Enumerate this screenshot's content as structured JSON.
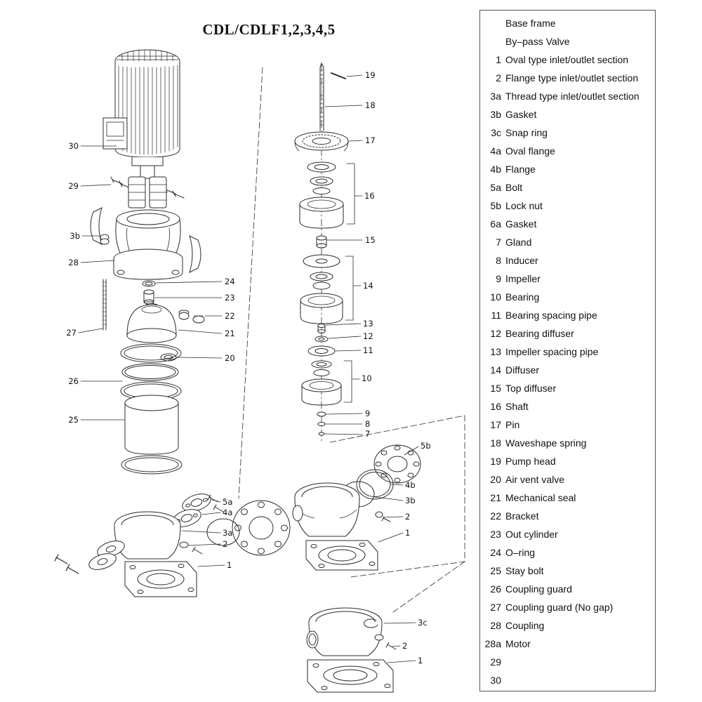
{
  "title": "CDL/CDLF1,2,3,4,5",
  "parts_list": [
    {
      "num": "",
      "label": "Base frame"
    },
    {
      "num": "",
      "label": "By–pass Valve"
    },
    {
      "num": "1",
      "label": "Oval type inlet/outlet section"
    },
    {
      "num": "2",
      "label": "Flange type inlet/outlet section"
    },
    {
      "num": "3a",
      "label": "Thread type inlet/outlet section"
    },
    {
      "num": "3b",
      "label": "Gasket"
    },
    {
      "num": "3c",
      "label": "Snap ring"
    },
    {
      "num": "4a",
      "label": "Oval flange"
    },
    {
      "num": "4b",
      "label": "Flange"
    },
    {
      "num": "5a",
      "label": "Bolt"
    },
    {
      "num": "5b",
      "label": "Lock nut"
    },
    {
      "num": "6a",
      "label": "Gasket"
    },
    {
      "num": "7",
      "label": "Gland"
    },
    {
      "num": "8",
      "label": "Inducer"
    },
    {
      "num": "9",
      "label": "Impeller"
    },
    {
      "num": "10",
      "label": "Bearing"
    },
    {
      "num": "11",
      "label": "Bearing spacing pipe"
    },
    {
      "num": "12",
      "label": "Bearing diffuser"
    },
    {
      "num": "13",
      "label": "Impeller spacing pipe"
    },
    {
      "num": "14",
      "label": "Diffuser"
    },
    {
      "num": "15",
      "label": "Top diffuser"
    },
    {
      "num": "16",
      "label": "Shaft"
    },
    {
      "num": "17",
      "label": "Pin"
    },
    {
      "num": "18",
      "label": "Waveshape spring"
    },
    {
      "num": "19",
      "label": "Pump head"
    },
    {
      "num": "20",
      "label": "Air vent valve"
    },
    {
      "num": "21",
      "label": "Mechanical seal"
    },
    {
      "num": "22",
      "label": "Bracket"
    },
    {
      "num": "23",
      "label": "Out cylinder"
    },
    {
      "num": "24",
      "label": "O–ring"
    },
    {
      "num": "25",
      "label": "Stay bolt"
    },
    {
      "num": "26",
      "label": "Coupling guard"
    },
    {
      "num": "27",
      "label": "Coupling guard (No gap)"
    },
    {
      "num": "28",
      "label": "Coupling"
    },
    {
      "num": "28a",
      "label": "Motor"
    },
    {
      "num": "29",
      "label": ""
    },
    {
      "num": "30",
      "label": ""
    }
  ],
  "callouts": [
    {
      "label": "30"
    },
    {
      "label": "29"
    },
    {
      "label": "3b"
    },
    {
      "label": "28"
    },
    {
      "label": "27"
    },
    {
      "label": "26"
    },
    {
      "label": "25"
    },
    {
      "label": "24"
    },
    {
      "label": "23"
    },
    {
      "label": "22"
    },
    {
      "label": "21"
    },
    {
      "label": "20"
    },
    {
      "label": "19"
    },
    {
      "label": "18"
    },
    {
      "label": "17"
    },
    {
      "label": "16"
    },
    {
      "label": "15"
    },
    {
      "label": "14"
    },
    {
      "label": "13"
    },
    {
      "label": "12"
    },
    {
      "label": "11"
    },
    {
      "label": "10"
    },
    {
      "label": "9"
    },
    {
      "label": "8"
    },
    {
      "label": "7"
    },
    {
      "label": "5b"
    },
    {
      "label": "4b"
    },
    {
      "label": "3b"
    },
    {
      "label": "2"
    },
    {
      "label": "1"
    },
    {
      "label": "5a"
    },
    {
      "label": "4a"
    },
    {
      "label": "3a"
    },
    {
      "label": "2"
    },
    {
      "label": "1"
    },
    {
      "label": "3c"
    },
    {
      "label": "2"
    },
    {
      "label": "1"
    }
  ]
}
